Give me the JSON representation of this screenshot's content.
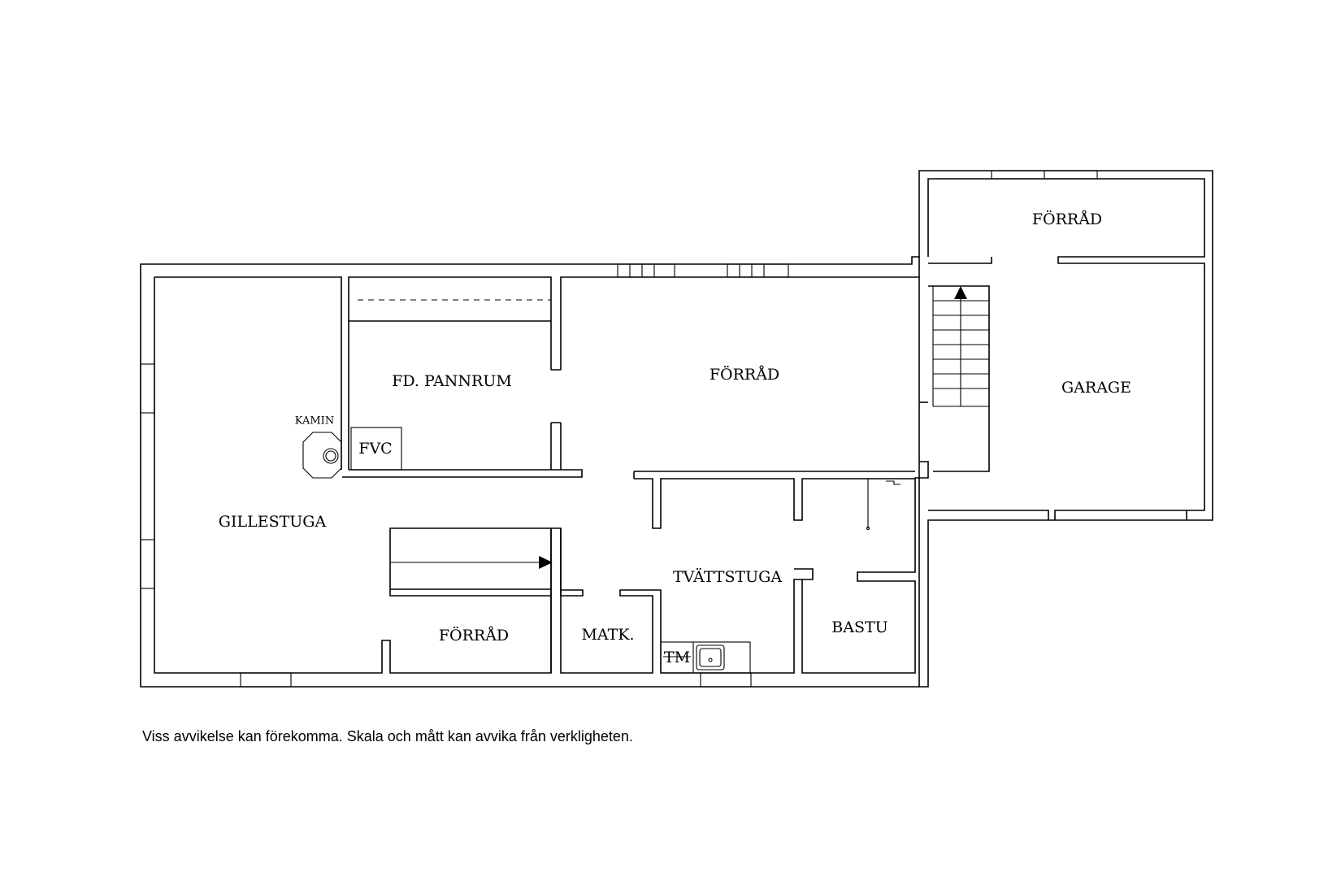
{
  "rooms": {
    "gillestuga": "GILLESTUGA",
    "fd_pannrum": "FD. PANNRUM",
    "forrad_main": "FÖRRÅD",
    "forrad_top_right": "FÖRRÅD",
    "garage": "GARAGE",
    "tvattstuga": "TVÄTTSTUGA",
    "bastu": "BASTU",
    "matk": "MATK.",
    "forrad_bottom": "FÖRRÅD",
    "fvc": "FVC"
  },
  "fixtures": {
    "kamin": "KAMIN",
    "tm": "TM"
  },
  "footer": {
    "disclaimer": "Viss avvikelse kan förekomma. Skala och mått kan avvika från verkligheten."
  }
}
